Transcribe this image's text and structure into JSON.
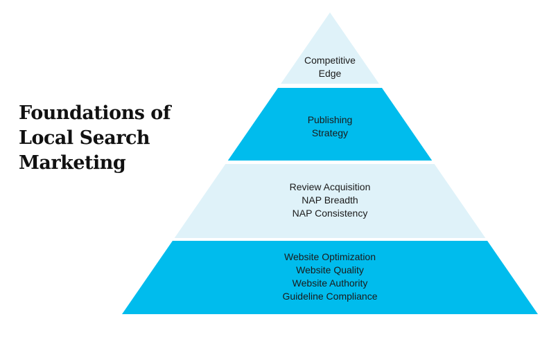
{
  "title": {
    "lines": [
      "Foundations of",
      "Local Search",
      "Marketing"
    ]
  },
  "colors": {
    "light": "#dff2f9",
    "dark": "#00bced"
  },
  "tiers": [
    {
      "lines": [
        "Competitive",
        "Edge"
      ],
      "fill": "light"
    },
    {
      "lines": [
        "Publishing",
        "Strategy"
      ],
      "fill": "dark"
    },
    {
      "lines": [
        "Review Acquisition",
        "NAP Breadth",
        "NAP Consistency"
      ],
      "fill": "light"
    },
    {
      "lines": [
        "Website Optimization",
        "Website Quality",
        "Website Authority",
        "Guideline Compliance"
      ],
      "fill": "dark"
    }
  ]
}
